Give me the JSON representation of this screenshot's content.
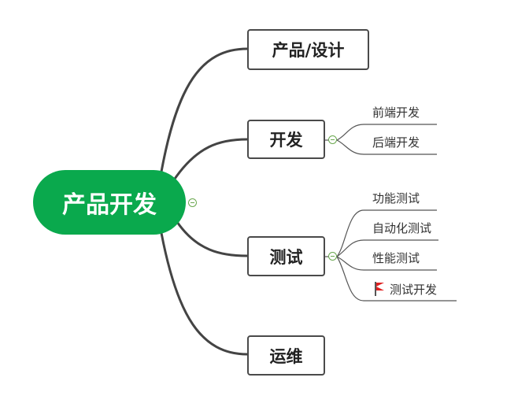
{
  "root": {
    "label": "产品开发"
  },
  "branches": [
    {
      "label": "产品/设计"
    },
    {
      "label": "开发",
      "children": [
        "前端开发",
        "后端开发"
      ]
    },
    {
      "label": "测试",
      "children": [
        "功能测试",
        "自动化测试",
        "性能测试",
        "测试开发"
      ]
    },
    {
      "label": "运维"
    }
  ],
  "colors": {
    "root_fill": "#0aa94d",
    "branch_border": "#4a4a4a",
    "connector": "#444444",
    "toggle": "#6aa84f",
    "flag": "#e02020"
  },
  "icons": {
    "flag": "red-flag-icon",
    "toggle": "collapse-minus-icon"
  }
}
